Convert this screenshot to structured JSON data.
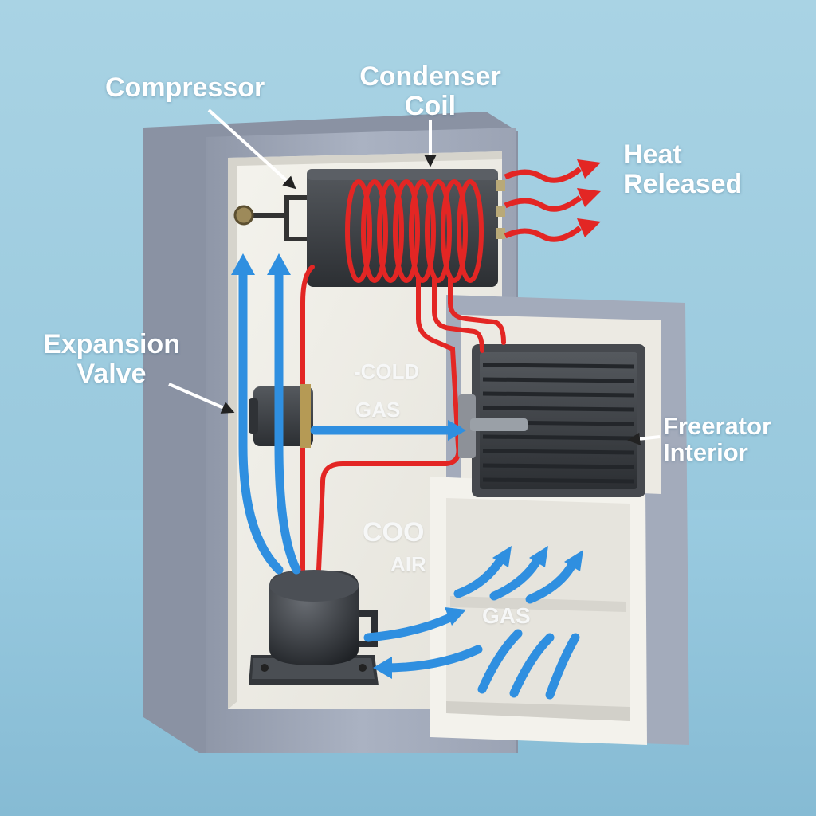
{
  "colors": {
    "background_top": "#a9d3e4",
    "background_bottom": "#8fc3da",
    "cabinet_body": "#a5adbd",
    "cabinet_interior": "#efeee7",
    "refrigerant_line": "#e32624",
    "airflow_arrow": "#2f8fe0",
    "component_dark": "#3c3f43"
  },
  "labels": {
    "compressor": "Compressor",
    "condenser_line1": "Condenser",
    "condenser_line2": "Coil",
    "heat_line1": "Heat",
    "heat_line2": "Released",
    "expansion_line1": "Expansion",
    "expansion_line2": "Valve",
    "freezer_line1": "Freerator",
    "freezer_line2": "Interior",
    "cold": "-COLD",
    "gas_upper": "GAS",
    "coo": "COO",
    "air": "AIR",
    "gas_lower": "GAS"
  },
  "icons": {
    "compressor": "compressor-icon",
    "condenser_coil": "condenser-coil-icon",
    "evaporator": "evaporator-fins-icon",
    "expansion_valve": "expansion-valve-icon",
    "heat_arrow": "heat-arrow-icon",
    "air_arrow": "air-flow-arrow-icon"
  }
}
